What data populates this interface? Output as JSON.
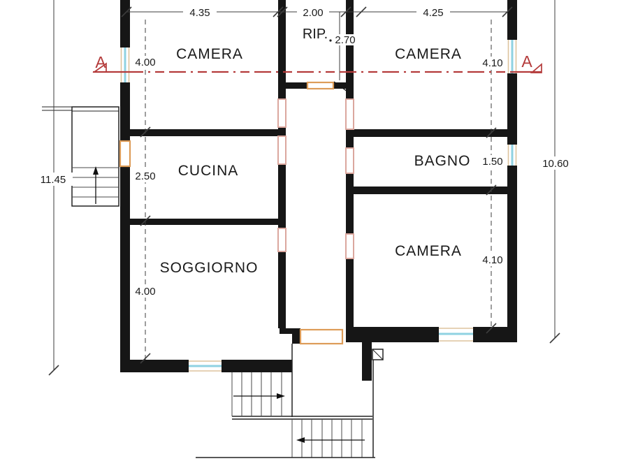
{
  "drawing_type": "apartment-floor-plan",
  "rooms": {
    "camera_top_left": "CAMERA",
    "rip": "RIP.",
    "camera_top_right": "CAMERA",
    "cucina": "CUCINA",
    "bagno": "BAGNO",
    "soggiorno": "SOGGIORNO",
    "camera_bottom_right": "CAMERA"
  },
  "dimensions": {
    "top": {
      "d1": "4.35",
      "d2": "2.00",
      "d3": "4.25"
    },
    "left_overall": "11.45",
    "right_overall": "10.60",
    "left_chain": {
      "camera": "4.00",
      "cucina": "2.50",
      "soggiorno": "4.00"
    },
    "right_chain": {
      "camera_top": "4.10",
      "bagno": "1.50",
      "camera_bottom": "4.10"
    },
    "rip_depth": "2.70"
  },
  "section": {
    "label_left": "A",
    "label_right": "A"
  },
  "colors": {
    "wall": "#161616",
    "line": "#222222",
    "tread": "#4a4a4a",
    "dim": "#3c3c3c",
    "text": "#1a1a1a",
    "window": "#8fd2e2",
    "frame": "#ddc49e",
    "door": "#dd9c58",
    "jamb": "#dba79e",
    "section": "#b43b3b"
  }
}
